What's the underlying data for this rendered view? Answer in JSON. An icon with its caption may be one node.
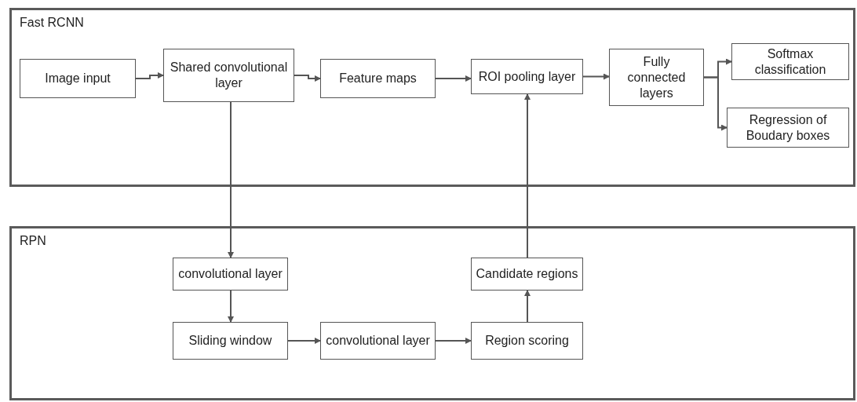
{
  "diagram": {
    "nodes": [
      {
        "text": [
          "Fast RCNN"
        ]
      },
      {
        "text": [
          "Image input"
        ],
        "in": 0
      },
      {
        "text": [
          "Shared convolutional layer"
        ],
        "in": 0
      },
      {
        "text": [
          "Feature maps"
        ],
        "in": 0
      },
      {
        "text": [
          "ROI pooling layer"
        ],
        "in": 0
      },
      {
        "text": [
          "Fully connected layers"
        ],
        "in": 0
      },
      {
        "text": [
          "Softmax classification"
        ],
        "in": 0
      },
      {
        "text": [
          "Regression of Boudary boxes"
        ],
        "in": 0
      },
      {
        "text": [
          "RPN"
        ]
      },
      {
        "text": [
          "convolutional layer"
        ],
        "in": 8
      },
      {
        "text": [
          "Candidate regions"
        ],
        "in": 8
      },
      {
        "text": [
          "Sliding window"
        ],
        "in": 8
      },
      {
        "text": [
          "convolutional layer"
        ],
        "in": 8
      },
      {
        "text": [
          "Region scoring"
        ],
        "in": 8
      }
    ],
    "edges": [
      {
        "from": 1,
        "to": 2,
        "arrow": "to"
      },
      {
        "from": 2,
        "to": 3,
        "arrow": "to"
      },
      {
        "from": 3,
        "to": 4,
        "arrow": "to"
      },
      {
        "from": 4,
        "to": 5,
        "arrow": "to"
      },
      {
        "from": 5,
        "to": 6,
        "arrow": "to"
      },
      {
        "from": 5,
        "to": 7,
        "arrow": "to"
      },
      {
        "from": 2,
        "to": 9,
        "arrow": "to"
      },
      {
        "from": 9,
        "to": 11,
        "arrow": "to"
      },
      {
        "from": 11,
        "to": 12,
        "arrow": "to"
      },
      {
        "from": 12,
        "to": 13,
        "arrow": "to"
      },
      {
        "from": 13,
        "to": 10,
        "arrow": "to"
      },
      {
        "from": 10,
        "to": 4,
        "arrow": "to"
      }
    ]
  }
}
